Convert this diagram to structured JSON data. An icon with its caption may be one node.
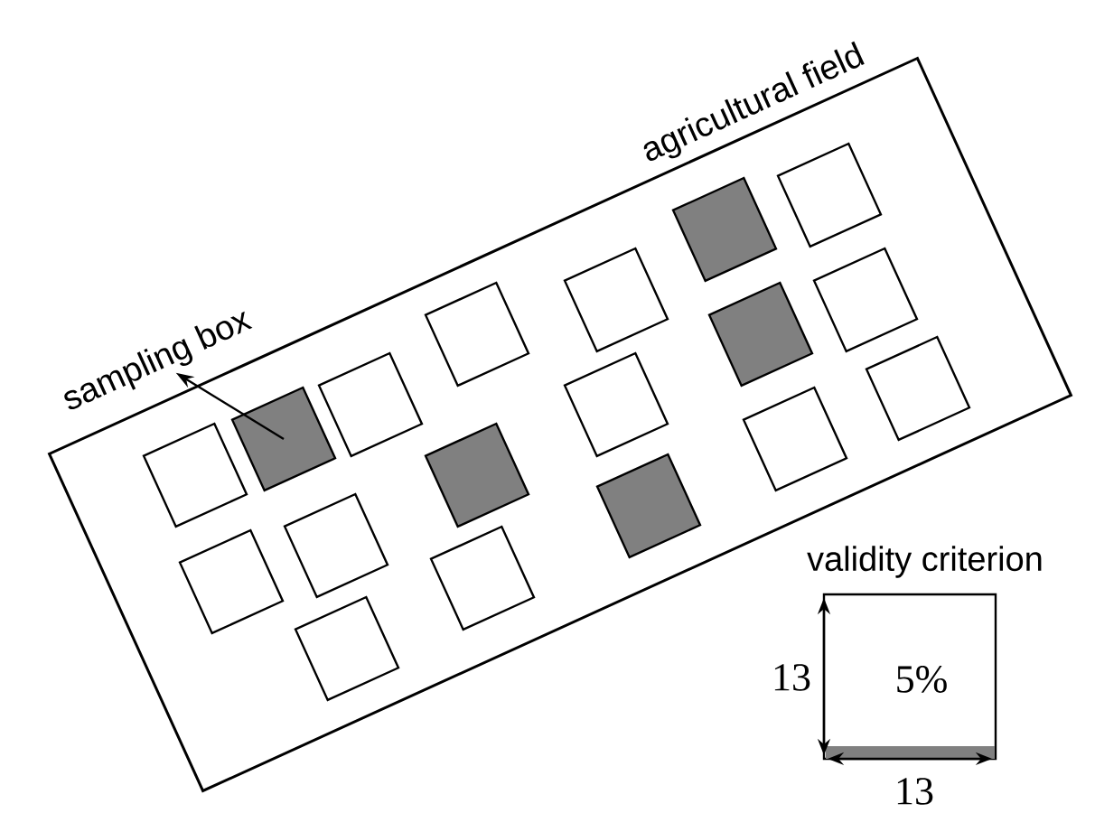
{
  "diagram": {
    "nodes": [
      {
        "text": [
          "agricultural field"
        ]
      },
      {
        "text": [],
        "shape": "box",
        "in": 0
      },
      {
        "text": [],
        "shape": "box",
        "in": 0
      },
      {
        "text": [],
        "shape": "box",
        "in": 0
      },
      {
        "text": [],
        "shape": "box",
        "in": 0
      },
      {
        "text": [],
        "shape": "box",
        "in": 0
      },
      {
        "text": [],
        "shape": "box",
        "in": 0
      },
      {
        "text": [],
        "shape": "box",
        "in": 0
      },
      {
        "text": [],
        "shape": "box",
        "in": 0
      },
      {
        "text": [],
        "shape": "box",
        "in": 0
      },
      {
        "text": [],
        "shape": "box",
        "in": 0
      },
      {
        "text": [],
        "shape": "box",
        "in": 0
      },
      {
        "text": [],
        "shape": "box",
        "in": 0
      },
      {
        "text": [],
        "shape": "box",
        "in": 0
      },
      {
        "text": [],
        "shape": "box",
        "in": 0
      },
      {
        "text": [],
        "shape": "box",
        "in": 0
      },
      {
        "text": [],
        "shape": "box",
        "in": 0
      },
      {
        "text": [],
        "shape": "box",
        "in": 0
      },
      {
        "text": [],
        "shape": "box",
        "in": 0
      },
      {
        "text": [
          "sampling box"
        ]
      },
      {
        "text": [
          "validity criterion",
          "5%"
        ]
      }
    ],
    "edges": [
      {
        "from": 3,
        "to": 19,
        "arrow": "to"
      }
    ],
    "labels": [
      "13",
      "13"
    ]
  }
}
